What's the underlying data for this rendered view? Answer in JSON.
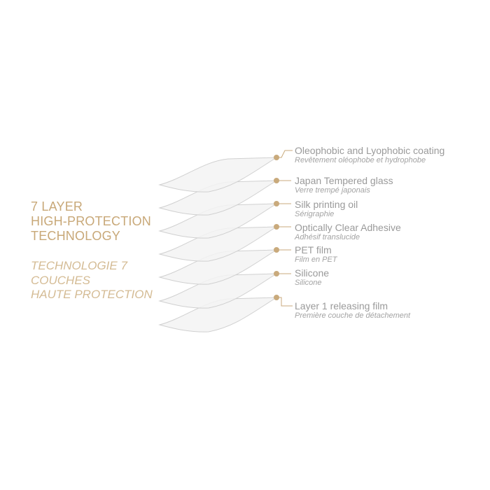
{
  "heading": {
    "en_lines": [
      "7 LAYER",
      "HIGH-PROTECTION",
      "TECHNOLOGY"
    ],
    "fr_lines": [
      "TECHNOLOGIE 7",
      "COUCHES",
      "HAUTE PROTECTION"
    ]
  },
  "layers": [
    {
      "name": "Oleophobic and Lyophobic coating",
      "name_fr": "Revêtement oléophobe et hydrophobe"
    },
    {
      "name": "Japan Tempered glass",
      "name_fr": "Verre trempé japonais"
    },
    {
      "name": "Silk printing oil",
      "name_fr": "Sérigraphie"
    },
    {
      "name": "Optically Clear Adhesive",
      "name_fr": "Adhésif translucide"
    },
    {
      "name": "PET film",
      "name_fr": "Film en PET"
    },
    {
      "name": "Silicone",
      "name_fr": "Silicone"
    },
    {
      "name": "Layer 1 releasing film",
      "name_fr": "Première couche de détachement"
    }
  ],
  "colors": {
    "accent": "#c9aa7c",
    "text": "#9a9a9a",
    "layer_stroke": "#d0d0d0",
    "layer_fill": "#f3f3f3"
  }
}
